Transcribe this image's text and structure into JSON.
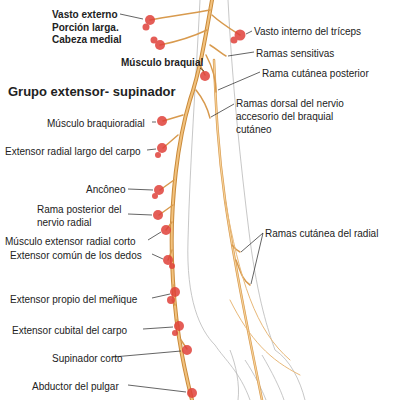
{
  "diagram": {
    "labels": [
      "Vasto externo",
      "Porción larga.",
      "Cabeza medial",
      "Vasto interno del tríceps",
      "Ramas sensitivas",
      "Músculo braquial",
      "Rama cutánea posterior",
      "Grupo extensor- supinador",
      "Ramas dorsal del nervio accesorio del braquial cutáneo",
      "Músculo braquioradial",
      "Extensor radial largo del carpo",
      "Ancôneo",
      "Rama posterior del nervio radial",
      "Músculo extensor radial corto",
      "Extensor común de los dedos",
      "Ramas cutánea del radial",
      "Extensor propio del meñique",
      "Extensor cubital del carpo",
      "Supinador corto",
      "Abductor del pulgar"
    ]
  }
}
